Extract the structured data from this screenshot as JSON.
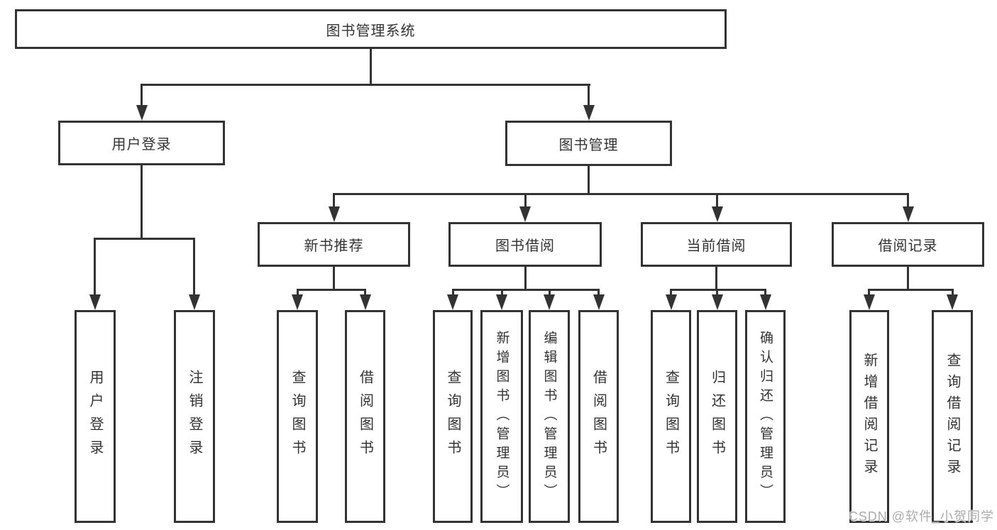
{
  "diagram": {
    "root_label": "图书管理系统",
    "user_branch": {
      "label": "用户登录",
      "children": [
        "用户登录",
        "注销登录"
      ]
    },
    "mgmt_branch": {
      "label": "图书管理",
      "sections": [
        {
          "label": "新书推荐",
          "children": [
            "查询图书",
            "借阅图书"
          ]
        },
        {
          "label": "图书借阅",
          "children": [
            "查询图书",
            "新增图书（管理员）",
            "编辑图书（管理员）",
            "借阅图书"
          ]
        },
        {
          "label": "当前借阅",
          "children": [
            "查询图书",
            "归还图书",
            "确认归还（管理员）"
          ]
        },
        {
          "label": "借阅记录",
          "children": [
            "新增借阅记录",
            "查询借阅记录"
          ]
        }
      ]
    }
  },
  "watermark": "CSDN @软件_小贺同学",
  "colors": {
    "line": "#333333",
    "text": "#333333",
    "background": "#ffffff",
    "watermark": "#ababab"
  }
}
